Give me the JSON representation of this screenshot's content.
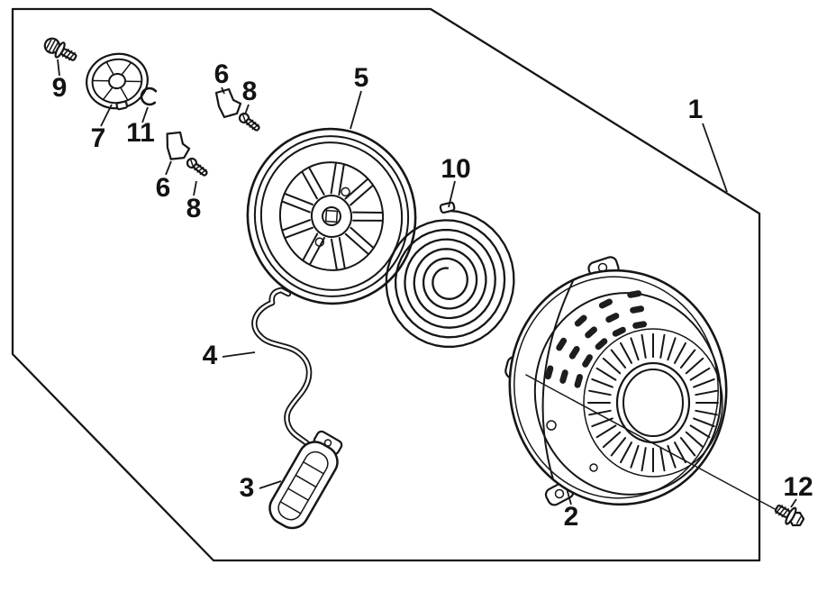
{
  "diagram": {
    "kind": "exploded-parts-diagram",
    "subject": "recoil starter assembly",
    "background_color": "#ffffff",
    "line_color": "#161616",
    "callouts": {
      "c1": {
        "label": "1"
      },
      "c2": {
        "label": "2"
      },
      "c3": {
        "label": "3"
      },
      "c4": {
        "label": "4"
      },
      "c5": {
        "label": "5"
      },
      "c6a": {
        "label": "6"
      },
      "c6b": {
        "label": "6"
      },
      "c7": {
        "label": "7"
      },
      "c8a": {
        "label": "8"
      },
      "c8b": {
        "label": "8"
      },
      "c9": {
        "label": "9"
      },
      "c10": {
        "label": "10"
      },
      "c11": {
        "label": "11"
      },
      "c12": {
        "label": "12"
      }
    }
  }
}
